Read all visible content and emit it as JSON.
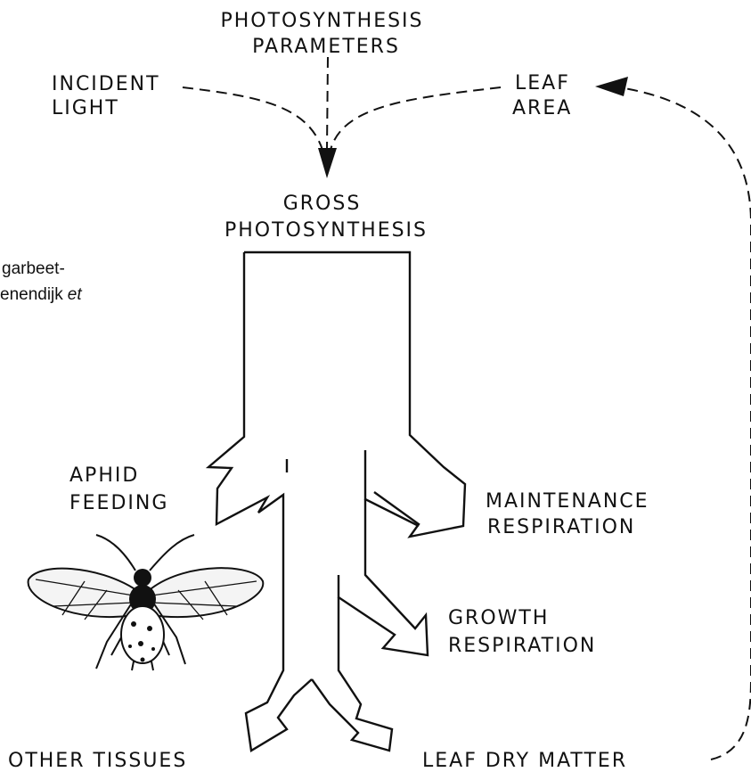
{
  "labels": {
    "photosynthesis_parameters": [
      "PHOTOSYNTHESIS",
      "PARAMETERS"
    ],
    "incident_light": [
      "INCIDENT",
      "LIGHT"
    ],
    "leaf_area": [
      "LEAF",
      "AREA"
    ],
    "gross_photosynthesis": [
      "GROSS",
      "PHOTOSYNTHESIS"
    ],
    "aphid_feeding": [
      "APHID",
      "FEEDING"
    ],
    "maintenance_respiration": [
      "MAINTENANCE",
      "RESPIRATION"
    ],
    "growth_respiration": [
      "GROWTH",
      "RESPIRATION"
    ],
    "other_tissues": "OTHER TISSUES",
    "leaf_dry_matter": "LEAF  DRY MATTER"
  },
  "cutoff_text": [
    "garbeet-",
    "enendijk"
  ],
  "cutoff_italic": "et",
  "colors": {
    "ink": "#111111",
    "background": "#ffffff"
  },
  "icons": [
    "aphid-illustration"
  ]
}
